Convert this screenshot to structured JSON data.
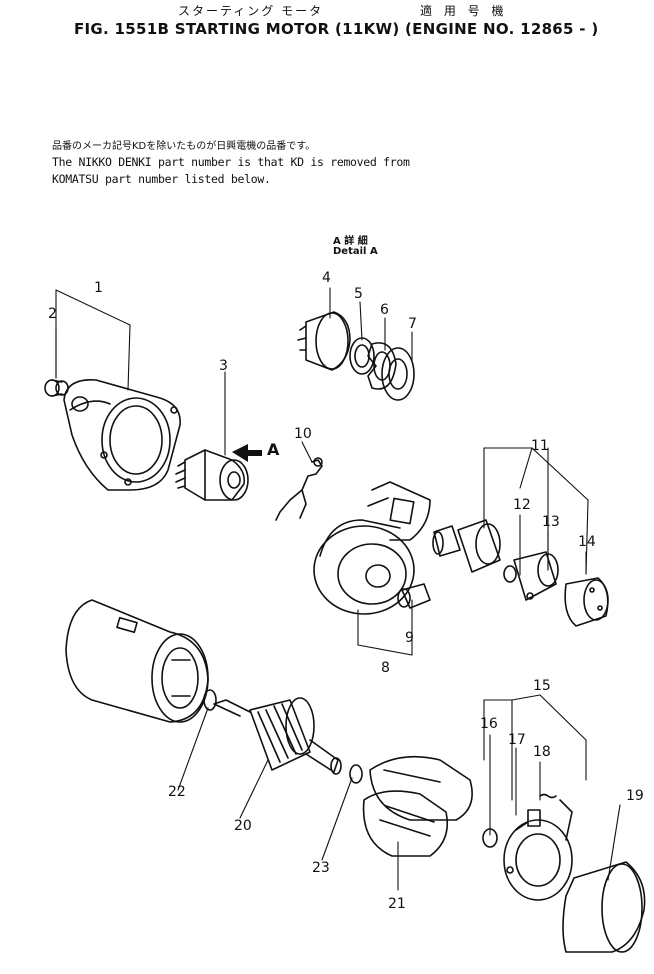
{
  "header": {
    "title_jp": "スターティング モータ",
    "applicable_jp": "適 用 号 機",
    "title": "FIG. 1551B  STARTING MOTOR (11KW) (ENGINE NO. 12865 - )"
  },
  "notes": {
    "jp": "品番のメーカ記号KDを除いたものが日興電機の品番です。",
    "en_line1": "The NIKKO DENKI part number is that KD is removed from",
    "en_line2": "KOMATSU part number listed below."
  },
  "detail": {
    "jp": "A 詳 細",
    "en": "Detail  A",
    "arrow_label": "A"
  },
  "callouts": [
    "1",
    "2",
    "3",
    "4",
    "5",
    "6",
    "7",
    "8",
    "9",
    "10",
    "11",
    "12",
    "13",
    "14",
    "15",
    "16",
    "17",
    "18",
    "19",
    "20",
    "21",
    "22",
    "23"
  ]
}
